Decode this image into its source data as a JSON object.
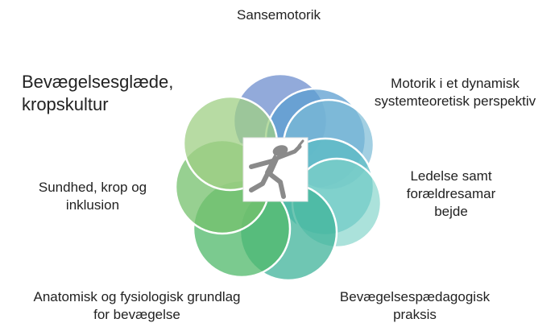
{
  "center_icon": "dancing-figure-icon",
  "colors": {
    "petal_1": "#7f9bd4",
    "petal_2": "#5b9ed0",
    "petal_3": "#7bbbd6",
    "petal_4": "#5cbcc4",
    "petal_5": "#7ed3c7",
    "petal_6": "#3fb39a",
    "petal_7": "#4fb86a",
    "petal_8": "#74c06c",
    "petal_9": "#9fcf84",
    "figure": "#8a8a8a"
  },
  "labels": {
    "sansemotorik": "Sansemotorik",
    "motorik": [
      "Motorik i et dynamisk",
      "systemteoretisk perspektiv"
    ],
    "ledelse": [
      "Ledelse samt",
      "forældresamar",
      "bejde"
    ],
    "paedagogik": [
      "Bevægelsespædagogisk",
      "praksis"
    ],
    "anatomi": [
      "Anatomisk og fysiologisk grundlag",
      "for bevægelse"
    ],
    "sundhed": [
      "Sundhed, krop og",
      "inklusion"
    ],
    "glaede": [
      "Bevægelsesglæde,",
      "kropskultur"
    ]
  }
}
